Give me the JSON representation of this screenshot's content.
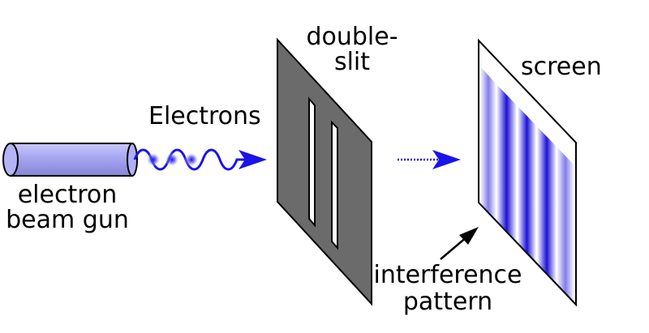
{
  "labels": {
    "electrons": "Electrons",
    "gun_line1": "electron",
    "gun_line2": "beam gun",
    "slit_line1": "double-",
    "slit_line2": "slit",
    "screen": "screen",
    "pattern_line1": "interference",
    "pattern_line2": "pattern"
  },
  "colors": {
    "beam": "#1a14e6",
    "gun_body": "#a3a3f0",
    "slit_plate": "#6b6b6b",
    "fringe": "#1c12d6"
  }
}
